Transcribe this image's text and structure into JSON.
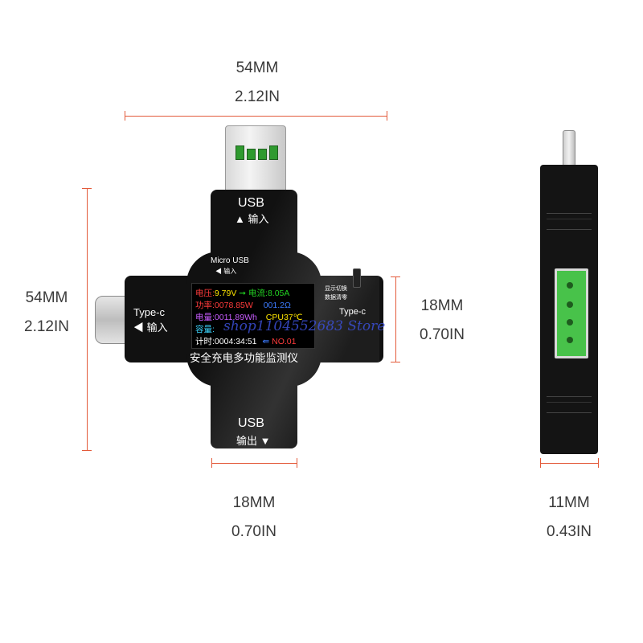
{
  "dimensions": {
    "top_width": {
      "mm": "54MM",
      "in": "2.12IN"
    },
    "left_height": {
      "mm": "54MM",
      "in": "2.12IN"
    },
    "right_arm": {
      "mm": "18MM",
      "in": "0.70IN"
    },
    "bottom_arm": {
      "mm": "18MM",
      "in": "0.70IN"
    },
    "thickness": {
      "mm": "11MM",
      "in": "0.43IN"
    }
  },
  "device": {
    "usb_top_label": "USB",
    "usb_top_sub": "▲ 输入",
    "micro_usb_label": "Micro USB",
    "micro_usb_sub": "◀ 输入",
    "typec_label": "Type-c",
    "typec_sub": "◀ 输入",
    "typec_right_label": "Type-c",
    "usb_bottom_label": "USB",
    "usb_bottom_sub": "输出 ▼",
    "button_label_1": "显示切换",
    "button_label_2": "数据清零",
    "bottom_text": "安全充电多功能监测仪"
  },
  "screen": {
    "voltage_label": "电压:",
    "voltage_value": "9.79V",
    "current_label": "电流:",
    "current_value": "8.05A",
    "power_label": "功率:",
    "power_value": "0078.85W",
    "resistance_value": "001.2Ω",
    "energy_label": "电量:",
    "energy_value": "0011.89Wh",
    "cpu_value": "CPU37℃",
    "capacity_label": "容量:",
    "time_label": "计时:",
    "time_value": "0004:34:51",
    "record_value": "NO.01"
  },
  "watermark": "shop1104552683 Store",
  "colors": {
    "dimension_line": "#e35a3a",
    "device_body": "#111111",
    "usb_port_green": "#48c24a"
  }
}
